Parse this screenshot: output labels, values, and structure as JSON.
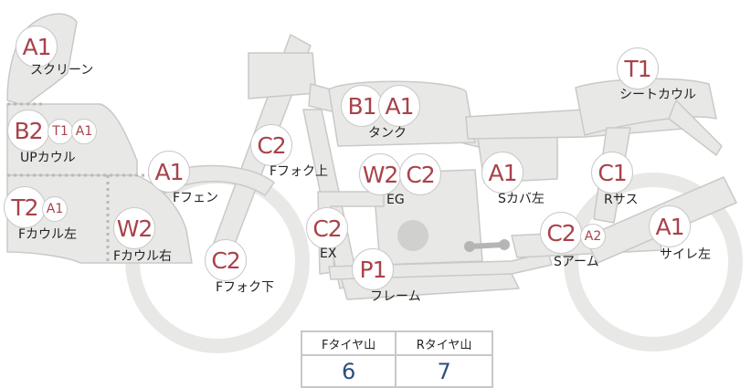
{
  "colors": {
    "part_fill": "#e8e8e6",
    "part_stroke": "#c9c9c7",
    "badge_text": "#a8424a",
    "badge_border": "#c9c9c9",
    "tyre_value_text": "#2c4f7c",
    "divider_dots": "#b9b9b9"
  },
  "parts": [
    {
      "id": "screen",
      "label": "スクリーン",
      "badges": [
        {
          "code": "A1",
          "size": "lg"
        }
      ]
    },
    {
      "id": "seat_cowl",
      "label": "シートカウル",
      "badges": [
        {
          "code": "T1",
          "size": "lg"
        }
      ]
    },
    {
      "id": "tank",
      "label": "タンク",
      "badges": [
        {
          "code": "B1",
          "size": "lg"
        },
        {
          "code": "A1",
          "size": "lg"
        }
      ]
    },
    {
      "id": "up_cowl",
      "label": "UPカウル",
      "badges": [
        {
          "code": "B2",
          "size": "lg"
        },
        {
          "code": "T1",
          "size": "sm"
        },
        {
          "code": "A1",
          "size": "sm"
        }
      ]
    },
    {
      "id": "f_fork_upper",
      "label": "Fフォク上",
      "badges": [
        {
          "code": "C2",
          "size": "lg"
        }
      ]
    },
    {
      "id": "f_fender",
      "label": "Fフェン",
      "badges": [
        {
          "code": "A1",
          "size": "lg"
        }
      ]
    },
    {
      "id": "engine",
      "label": "EG",
      "badges": [
        {
          "code": "W2",
          "size": "lg"
        },
        {
          "code": "C2",
          "size": "lg"
        }
      ]
    },
    {
      "id": "s_cover_left",
      "label": "Sカバ左",
      "badges": [
        {
          "code": "A1",
          "size": "lg"
        }
      ]
    },
    {
      "id": "r_sus",
      "label": "Rサス",
      "badges": [
        {
          "code": "C1",
          "size": "lg"
        }
      ]
    },
    {
      "id": "f_cowl_left",
      "label": "Fカウル左",
      "badges": [
        {
          "code": "T2",
          "size": "lg"
        },
        {
          "code": "A1",
          "size": "sm"
        }
      ]
    },
    {
      "id": "f_cowl_right",
      "label": "Fカウル右",
      "badges": [
        {
          "code": "W2",
          "size": "lg"
        }
      ]
    },
    {
      "id": "exhaust",
      "label": "EX",
      "badges": [
        {
          "code": "C2",
          "size": "lg"
        }
      ]
    },
    {
      "id": "s_arm",
      "label": "Sアーム",
      "badges": [
        {
          "code": "C2",
          "size": "lg"
        },
        {
          "code": "A2",
          "size": "sm"
        }
      ]
    },
    {
      "id": "silencer_left",
      "label": "サイレ左",
      "badges": [
        {
          "code": "A1",
          "size": "lg"
        }
      ]
    },
    {
      "id": "f_fork_lower",
      "label": "Fフォク下",
      "badges": [
        {
          "code": "C2",
          "size": "lg"
        }
      ]
    },
    {
      "id": "frame",
      "label": "フレーム",
      "badges": [
        {
          "code": "P1",
          "size": "lg"
        }
      ]
    }
  ],
  "tyre_table": {
    "headers": [
      "Fタイヤ山",
      "Rタイヤ山"
    ],
    "values": [
      "6",
      "7"
    ]
  }
}
